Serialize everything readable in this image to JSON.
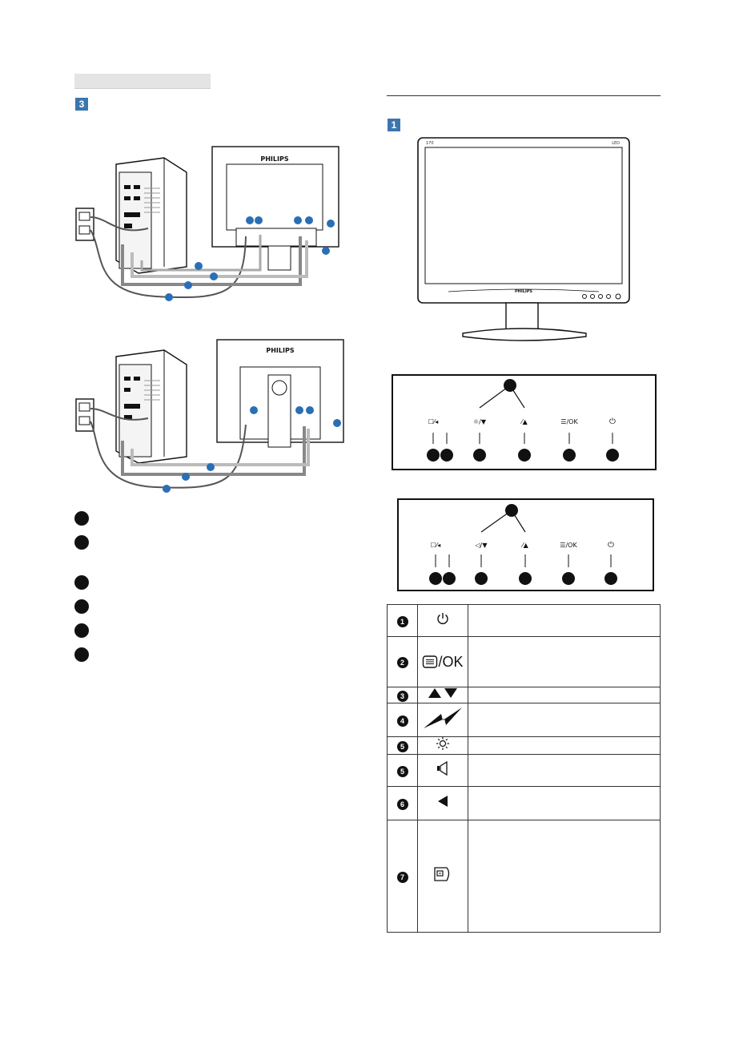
{
  "left_section": {
    "step": "3"
  },
  "right_section": {
    "step": "1",
    "monitor": {
      "brand": "PHILIPS",
      "corner_left": "170",
      "corner_right": "LED"
    }
  },
  "back_brand": "PHILIPS",
  "panel_a": {
    "buttons": [
      "☐⁄◂",
      "☼/▼",
      "⁄▲",
      "☰/OK",
      "⏻"
    ]
  },
  "panel_b": {
    "buttons": [
      "☐⁄◂",
      "◁/▼",
      "⁄▲",
      "☰/OK",
      "⏻"
    ]
  },
  "key_table": {
    "rows": [
      {
        "num": "1",
        "icon": "power-icon"
      },
      {
        "num": "2",
        "icon": "menu-ok-icon",
        "ok_text": "/OK"
      },
      {
        "num": "3",
        "icon": "up-down-arrows-icon"
      },
      {
        "num": "4",
        "icon": "smartimage-icon"
      },
      {
        "num": "5",
        "icon": "brightness-icon"
      },
      {
        "num": "5",
        "icon": "volume-icon"
      },
      {
        "num": "6",
        "icon": "back-arrow-icon"
      },
      {
        "num": "7",
        "icon": "input-source-icon"
      }
    ]
  },
  "colors": {
    "accent": "#3c76ad",
    "dark": "#111111"
  }
}
